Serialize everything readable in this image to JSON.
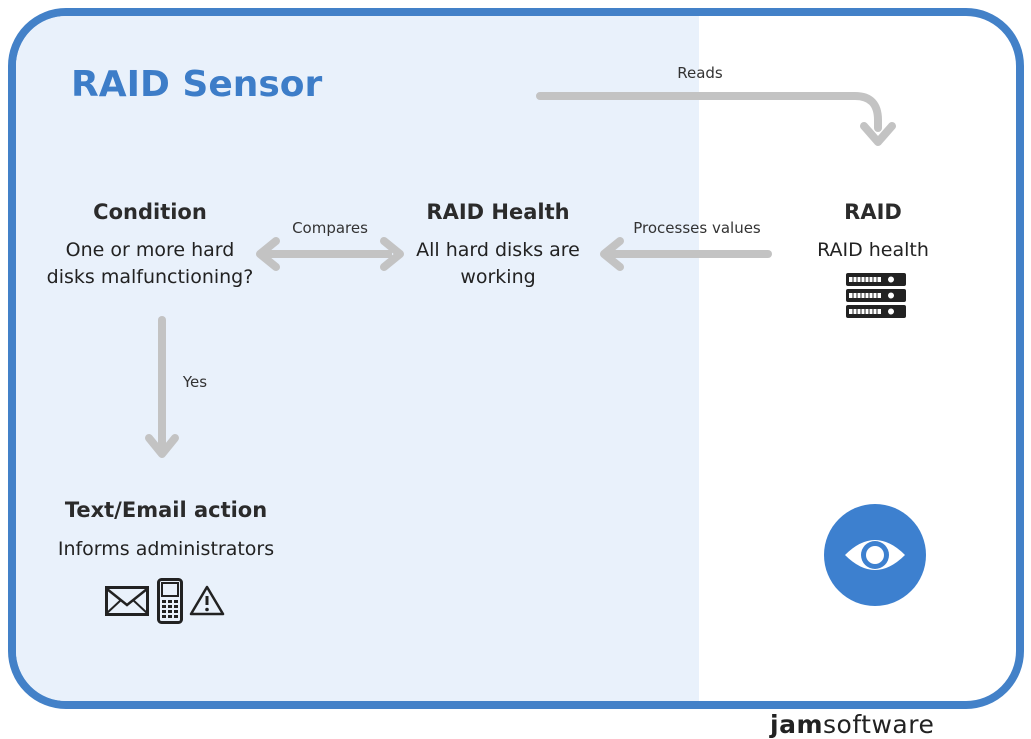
{
  "title": "RAID Sensor",
  "nodes": {
    "condition": {
      "title": "Condition",
      "text_line1": "One or more hard",
      "text_line2": "disks malfunctioning?"
    },
    "raid_health": {
      "title": "RAID Health",
      "text_line1": "All hard disks are",
      "text_line2": "working"
    },
    "raid": {
      "title": "RAID",
      "text": "RAID health"
    },
    "action": {
      "title": "Text/Email action",
      "text": "Informs administrators"
    }
  },
  "edges": {
    "reads": "Reads",
    "compares": "Compares",
    "processes": "Processes values",
    "yes": "Yes"
  },
  "icons": {
    "server": "server-rack-icon",
    "envelope": "envelope-icon",
    "phone": "mobile-phone-icon",
    "warning": "warning-triangle-icon",
    "eye": "eye-icon"
  },
  "logo": {
    "part1": "jam",
    "part2": "software"
  },
  "colors": {
    "accent": "#4381c8",
    "panel": "#e9f1fb",
    "arrow": "#c3c3c3"
  }
}
